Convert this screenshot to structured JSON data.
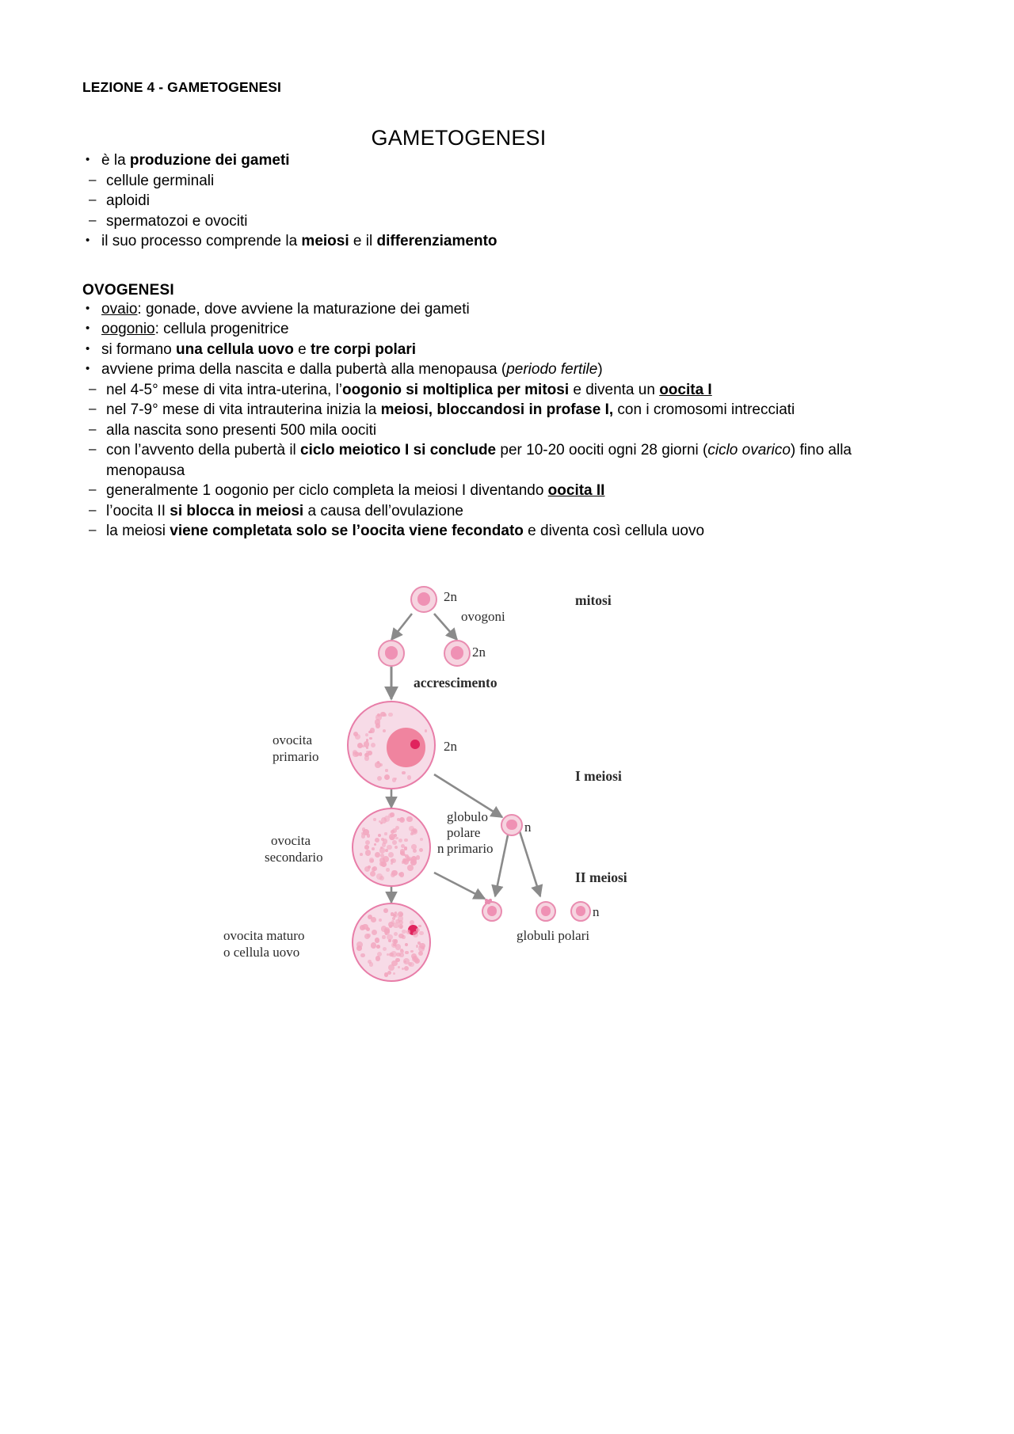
{
  "document": {
    "header": "LEZIONE 4 - GAMETOGENESI",
    "title": "GAMETOGENESI"
  },
  "intro": {
    "bullet1_plain_a": "è la ",
    "bullet1_bold": "produzione dei gameti",
    "sub": [
      "cellule germinali",
      "aploidi",
      "spermatozoi e ovociti"
    ],
    "bullet2_a": "il suo processo comprende la ",
    "bullet2_b": "meiosi",
    "bullet2_c": " e il ",
    "bullet2_d": "differenziamento"
  },
  "ovogenesi": {
    "heading": "OVOGENESI",
    "b1_term": "ovaio",
    "b1_rest": ": gonade, dove avviene la maturazione dei gameti",
    "b2_term": "oogonio",
    "b2_rest": ": cellula progenitrice",
    "b3_a": "si formano ",
    "b3_b": "una cellula uovo",
    "b3_c": " e ",
    "b3_d": "tre corpi polari",
    "b4_a": "avviene prima della nascita e dalla pubertà alla menopausa (",
    "b4_italic": "periodo fertile",
    "b4_b": ")",
    "sub1_a": "nel 4-5° mese di vita intra-uterina, l’",
    "sub1_b": "oogonio si moltiplica per mitosi",
    "sub1_c": " e diventa un ",
    "sub1_d": "oocita I",
    "sub2_a": "nel 7-9° mese di vita intrauterina inizia la ",
    "sub2_b": "meiosi, bloccandosi in profase I,",
    "sub2_c": " con i cromosomi intrecciati",
    "sub3": "alla nascita sono presenti 500 mila oociti",
    "sub4_a": "con l’avvento della pubertà il ",
    "sub4_b": "ciclo meiotico I si conclude",
    "sub4_c": " per 10-20 oociti ogni 28 giorni (",
    "sub4_italic": "ciclo ovarico",
    "sub4_d": ") fino alla menopausa",
    "sub5_a": "generalmente 1 oogonio per ciclo completa la meiosi I diventando ",
    "sub5_b": "oocita II",
    "sub6_a": "l’oocita II ",
    "sub6_b": "si blocca in meiosi",
    "sub6_c": " a causa dell’ovulazione",
    "sub7_a": "la meiosi ",
    "sub7_b": "viene completata solo se l’oocita viene fecondato",
    "sub7_c": " e diventa così cellula uovo"
  },
  "figure": {
    "title": "ovogenesi-diagram",
    "labels": {
      "ploidy_top": "2n",
      "ovogoni": "ovogoni",
      "ploidy_second": "2n",
      "mitosi": "mitosi",
      "accrescimento": "accrescimento",
      "ovocita_primario_l1": "ovocita",
      "ovocita_primario_l2": "primario",
      "ploidy_primary": "2n",
      "i_meiosi": "I meiosi",
      "ovocita_secondario_l1": "ovocita",
      "ovocita_secondario_l2": "secondario",
      "ploidy_secondary": "n",
      "globulo_polare_l1": "globulo",
      "globulo_polare_l2": "polare",
      "globulo_polare_l3": "primario",
      "ploidy_globulo": "n",
      "ii_meiosi": "II meiosi",
      "ovocita_maturo_l1": "ovocita maturo",
      "ovocita_maturo_l2": "o cellula uovo",
      "ploidy_globuli": "n",
      "globuli_polari": "globuli polari"
    },
    "colors": {
      "cell_fill": "#f7dbe7",
      "cell_border": "#e87da8",
      "nucleus": "#f0849f",
      "nucleolus": "#e0245e",
      "arrow": "#8a8a8a"
    }
  }
}
